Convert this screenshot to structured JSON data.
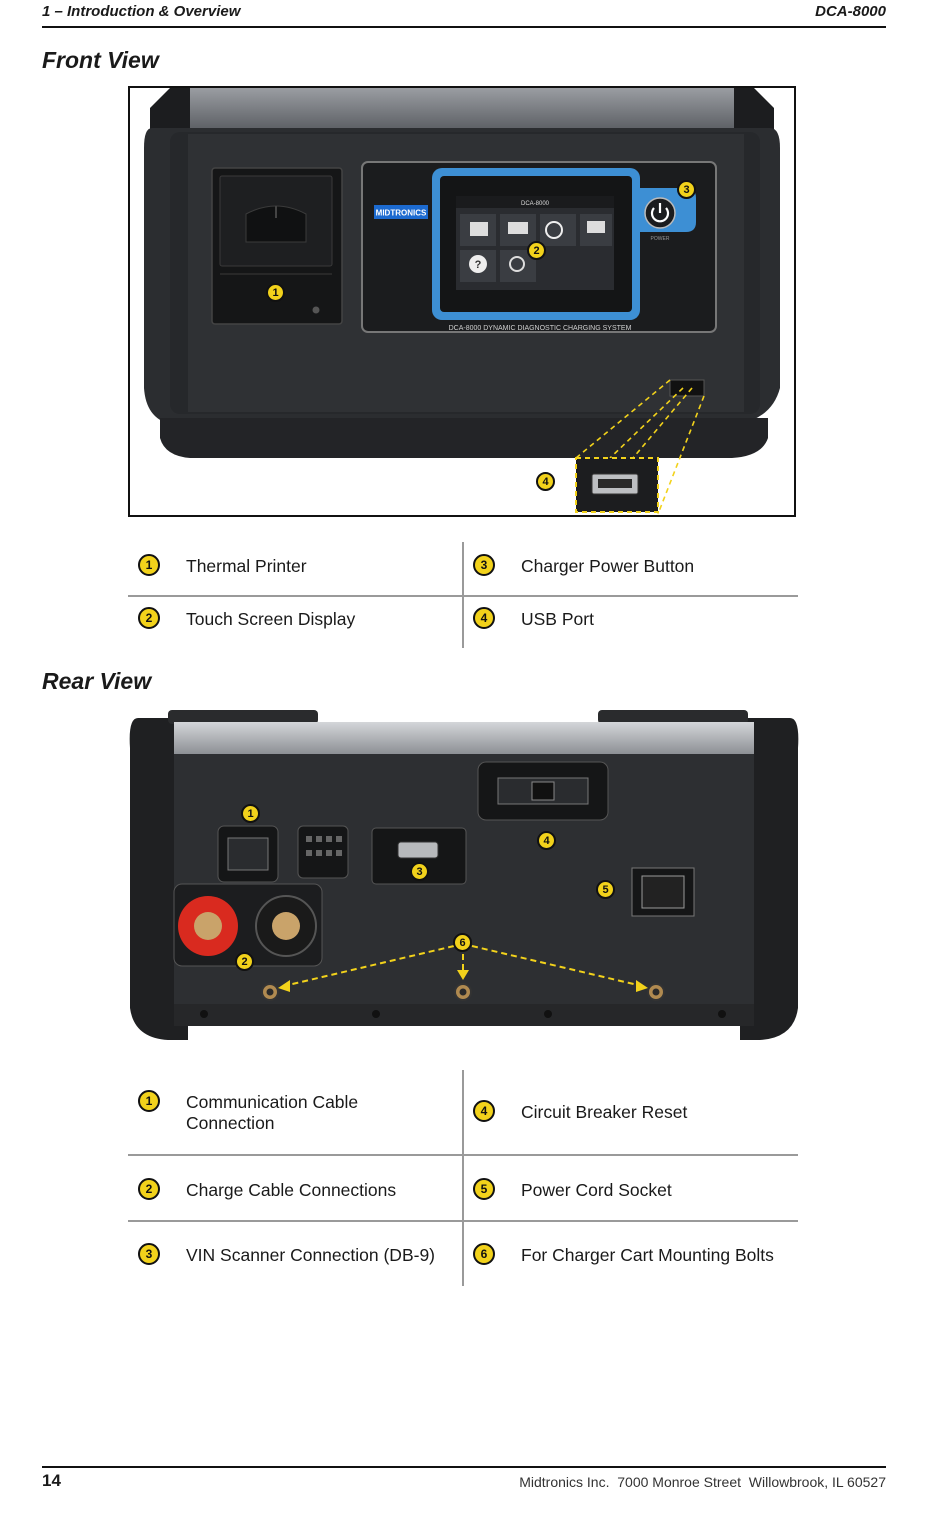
{
  "header": {
    "section": "1 – Introduction & Overview",
    "model": "DCA-8000"
  },
  "front_view": {
    "title": "Front View",
    "device": {
      "brand": "MIDTRONICS",
      "screen_title": "DCA-8000",
      "power_label": "POWER",
      "panel_label": "DCA-8000 DYNAMIC DIAGNOSTIC CHARGING SYSTEM"
    },
    "legend": [
      {
        "num": "1",
        "label": "Thermal Printer"
      },
      {
        "num": "2",
        "label": "Touch Screen Display"
      },
      {
        "num": "3",
        "label": "Charger Power Button"
      },
      {
        "num": "4",
        "label": "USB Port"
      }
    ]
  },
  "rear_view": {
    "title": "Rear View",
    "legend": [
      {
        "num": "1",
        "label": "Communication Cable Connection"
      },
      {
        "num": "2",
        "label": "Charge Cable Connections"
      },
      {
        "num": "3",
        "label": "VIN Scanner Connection (DB-9)"
      },
      {
        "num": "4",
        "label": "Circuit Breaker Reset"
      },
      {
        "num": "5",
        "label": "Power Cord Socket"
      },
      {
        "num": "6",
        "label": "For Charger Cart Mounting Bolts"
      }
    ]
  },
  "footer": {
    "page": "14",
    "address": "Midtronics Inc.  7000 Monroe Street  Willowbrook, IL 60527"
  },
  "colors": {
    "callout_yellow": "#f2d21b",
    "device_body": "#2b2d30",
    "screen_blue": "#3d8fd4",
    "terminal_red": "#d92a1f"
  }
}
